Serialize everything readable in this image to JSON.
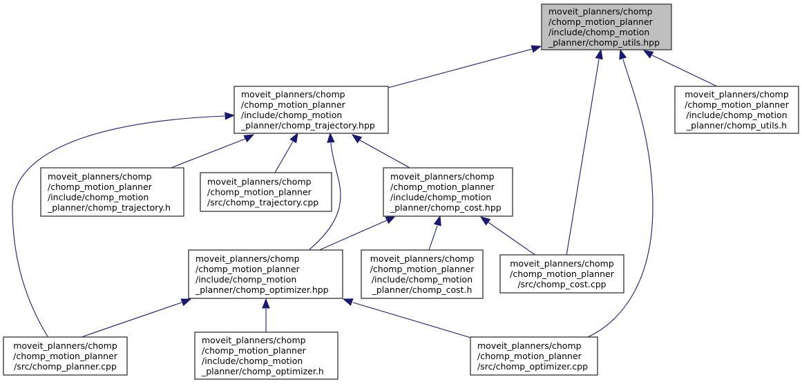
{
  "diagram": {
    "type": "include-dependency-graph",
    "colors": {
      "edge": "#191970",
      "node_border": "#404040",
      "node_fill": "#ffffff",
      "root_fill": "#bfbfbf",
      "text": "#000000"
    },
    "nodes": [
      {
        "id": "utils_hpp",
        "root": true,
        "align": "left",
        "lines": [
          "moveit_planners/chomp",
          "/chomp_motion_planner",
          "/include/chomp_motion",
          "_planner/chomp_utils.hpp"
        ]
      },
      {
        "id": "trajectory_hpp",
        "align": "left",
        "lines": [
          "moveit_planners/chomp",
          "/chomp_motion_planner",
          "/include/chomp_motion",
          "_planner/chomp_trajectory.hpp"
        ]
      },
      {
        "id": "utils_h",
        "align": "center",
        "lines": [
          "moveit_planners/chomp",
          "/chomp_motion_planner",
          "/include/chomp_motion",
          "_planner/chomp_utils.h"
        ]
      },
      {
        "id": "trajectory_h",
        "align": "left",
        "lines": [
          "moveit_planners/chomp",
          "/chomp_motion_planner",
          "/include/chomp_motion",
          "_planner/chomp_trajectory.h"
        ]
      },
      {
        "id": "trajectory_cpp",
        "align": "left",
        "lines": [
          "moveit_planners/chomp",
          "/chomp_motion_planner",
          "/src/chomp_trajectory.cpp"
        ]
      },
      {
        "id": "cost_hpp",
        "align": "left",
        "lines": [
          "moveit_planners/chomp",
          "/chomp_motion_planner",
          "/include/chomp_motion",
          "_planner/chomp_cost.hpp"
        ]
      },
      {
        "id": "optimizer_hpp",
        "align": "left",
        "lines": [
          "moveit_planners/chomp",
          "/chomp_motion_planner",
          "/include/chomp_motion",
          "_planner/chomp_optimizer.hpp"
        ]
      },
      {
        "id": "cost_h",
        "align": "center",
        "lines": [
          "moveit_planners/chomp",
          "/chomp_motion_planner",
          "/include/chomp_motion",
          "_planner/chomp_cost.h"
        ]
      },
      {
        "id": "cost_cpp",
        "align": "center",
        "lines": [
          "moveit_planners/chomp",
          "/chomp_motion_planner",
          "/src/chomp_cost.cpp"
        ]
      },
      {
        "id": "planner_cpp",
        "align": "center",
        "lines": [
          "moveit_planners/chomp",
          "/chomp_motion_planner",
          "/src/chomp_planner.cpp"
        ]
      },
      {
        "id": "optimizer_h",
        "align": "left",
        "lines": [
          "moveit_planners/chomp",
          "/chomp_motion_planner",
          "/include/chomp_motion",
          "_planner/chomp_optimizer.h"
        ]
      },
      {
        "id": "optimizer_cpp",
        "align": "left",
        "lines": [
          "moveit_planners/chomp",
          "/chomp_motion_planner",
          "/src/chomp_optimizer.cpp"
        ]
      }
    ],
    "edges": [
      {
        "from": "trajectory_hpp",
        "to": "utils_hpp"
      },
      {
        "from": "cost_cpp",
        "to": "utils_hpp"
      },
      {
        "from": "optimizer_cpp",
        "to": "utils_hpp"
      },
      {
        "from": "utils_h",
        "to": "utils_hpp"
      },
      {
        "from": "planner_cpp",
        "to": "trajectory_hpp"
      },
      {
        "from": "trajectory_h",
        "to": "trajectory_hpp"
      },
      {
        "from": "trajectory_cpp",
        "to": "trajectory_hpp"
      },
      {
        "from": "optimizer_hpp",
        "to": "trajectory_hpp"
      },
      {
        "from": "cost_hpp",
        "to": "trajectory_hpp"
      },
      {
        "from": "optimizer_hpp",
        "to": "cost_hpp"
      },
      {
        "from": "cost_h",
        "to": "cost_hpp"
      },
      {
        "from": "cost_cpp",
        "to": "cost_hpp"
      },
      {
        "from": "planner_cpp",
        "to": "optimizer_hpp"
      },
      {
        "from": "optimizer_h",
        "to": "optimizer_hpp"
      },
      {
        "from": "optimizer_cpp",
        "to": "optimizer_hpp"
      }
    ]
  }
}
